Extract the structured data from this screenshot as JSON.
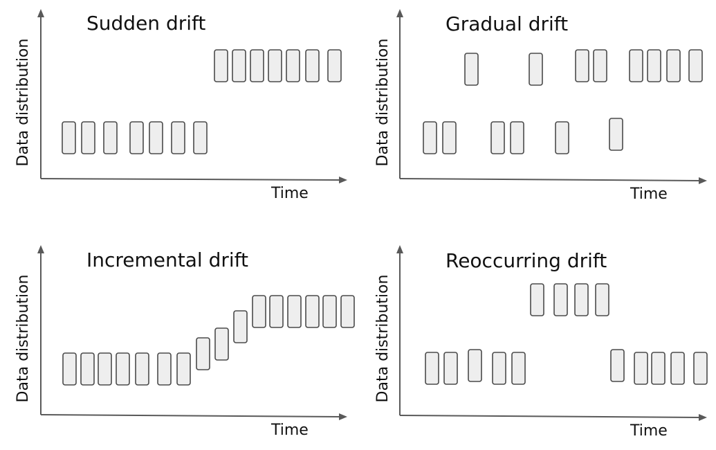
{
  "colors": {
    "block_fill": "#eeeeee",
    "block_stroke": "#4a4a4a",
    "axis": "#595959",
    "text": "#111111"
  },
  "panels": [
    {
      "title": "Sudden drift",
      "xlabel": "Time",
      "ylabel": "Data distribution"
    },
    {
      "title": "Gradual drift",
      "xlabel": "Time",
      "ylabel": "Data distribution"
    },
    {
      "title": "Incremental drift",
      "xlabel": "Time",
      "ylabel": "Data distribution"
    },
    {
      "title": "Reoccurring drift",
      "xlabel": "Time",
      "ylabel": "Data distribution"
    }
  ]
}
